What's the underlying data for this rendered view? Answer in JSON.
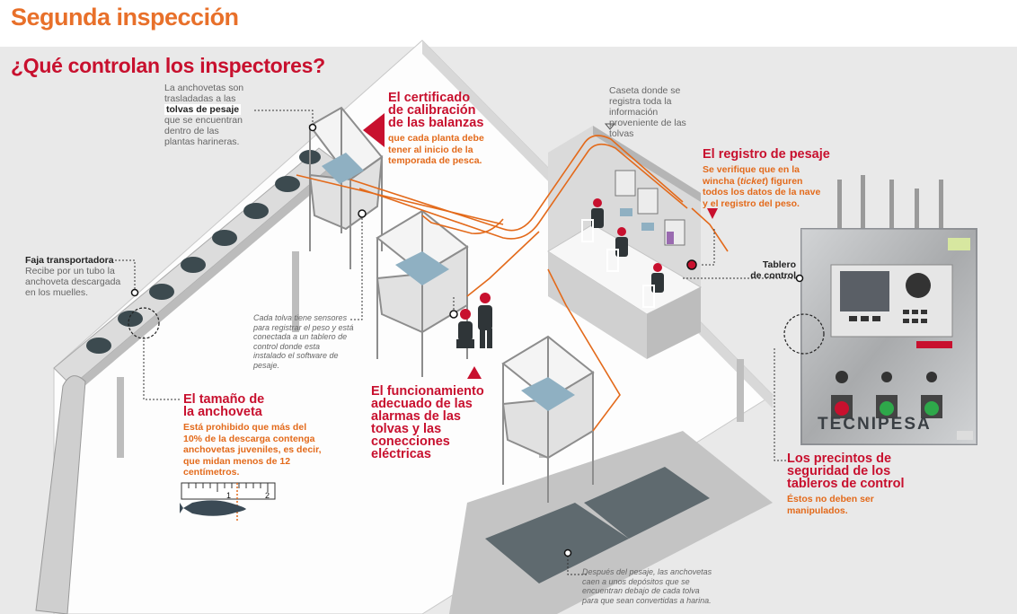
{
  "header": {
    "title": "Segunda inspección",
    "subtitle": "¿Qué controlan los inspectores?"
  },
  "annotations": {
    "tolvas_intro": {
      "line1": "La anchovetas son",
      "line2": "trasladadas a las",
      "highlight": "tolvas de pesaje",
      "line3": "que se encuentran",
      "line4": "dentro de las",
      "line5": "plantas harineras."
    },
    "faja": {
      "title": "Faja transportadora",
      "lines": [
        "Recibe por un tubo la",
        "anchoveta descargada",
        "en los muelles."
      ]
    },
    "sensores": {
      "lines": [
        "Cada tolva tiene sensores",
        "para registrar el peso y está",
        "conectada  a un tablero de",
        "control donde esta",
        "instalado el software de",
        "pesaje."
      ]
    },
    "caseta": {
      "lines": [
        "Caseta donde se",
        "registra toda la",
        "información",
        "proveniente de las",
        "tolvas"
      ]
    },
    "tablero": {
      "lines": [
        "Tablero",
        "de control"
      ]
    },
    "deposito": {
      "lines": [
        "Después del pesaje, las anchovetas",
        "caen a unos depósitos que se",
        "encuentran debajo de cada tolva",
        "para que sean convertidas a harina."
      ]
    }
  },
  "controls": {
    "certificado": {
      "heading": [
        "El certificado",
        "de calibración",
        "de las balanzas"
      ],
      "detail": [
        "que cada planta debe",
        "tener al inicio de la",
        "temporada de pesca."
      ]
    },
    "registro": {
      "heading": "El registro de pesaje",
      "detail_1": "Se verifique que en la",
      "detail_2_pre": "wincha (",
      "detail_2_italic": "ticket",
      "detail_2_post": ") figuren",
      "detail_3": "todos los datos de la nave",
      "detail_4": "y el registro del peso."
    },
    "tamano": {
      "heading": [
        "El tamaño de",
        "la anchoveta"
      ],
      "detail": [
        "Está prohibido que más del",
        "10% de la descarga contenga",
        "anchovetas juveniles, es decir,",
        "que midan menos de 12",
        "centímetros."
      ]
    },
    "funcionamiento": {
      "heading": [
        "El funcionamiento",
        "adecuado de las",
        "alarmas de las",
        "tolvas y las",
        "conecciones",
        "eléctricas"
      ]
    },
    "precintos": {
      "heading": [
        "Los precintos de",
        "seguridad de los",
        "tableros de control"
      ],
      "detail": [
        "Éstos no deben ser",
        "manipulados."
      ]
    }
  },
  "scale": {
    "tick_1": "1",
    "tick_2": "2"
  },
  "panel": {
    "brand": "TECNIPESA"
  },
  "colors": {
    "title_orange": "#e8702a",
    "heading_red": "#c8102e",
    "detail_orange": "#e36a1b",
    "wire_orange": "#e36a1b",
    "band_gray": "#e9e9e9"
  }
}
